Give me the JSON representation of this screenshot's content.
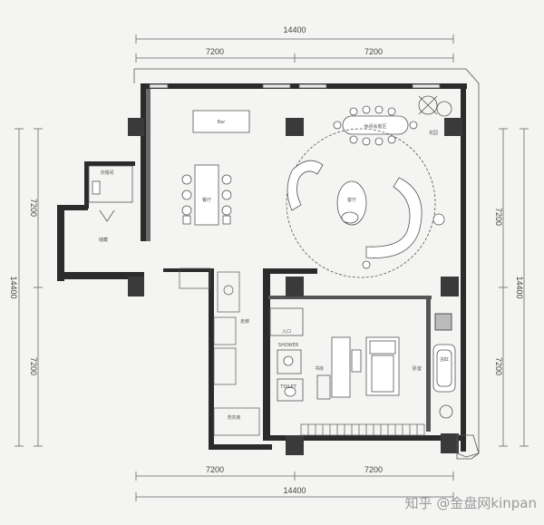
{
  "dimensions": {
    "top_total": "14400",
    "top_left": "7200",
    "top_right": "7200",
    "bottom_total": "14400",
    "bottom_left": "7200",
    "bottom_right": "7200",
    "left_total": "14400",
    "left_upper": "7200",
    "left_lower": "7200",
    "right_total": "14400",
    "right_upper": "7200",
    "right_lower": "7200"
  },
  "rooms": {
    "bar": "Bar",
    "dining": "餐厅",
    "lounge": "客厅",
    "meeting": "休闲会客区",
    "study": "书房",
    "bedroom": "卧室",
    "closet": "衣帽间",
    "shower": "SHOWER",
    "toilet": "TOILET",
    "bath_tub": "浴缸",
    "garden": "花园",
    "entrance": "入口",
    "storage": "储藏",
    "hall": "走廊",
    "utility": "洗衣房"
  },
  "watermark": "知乎 @金盘网kinpan",
  "colors": {
    "wall": "#2b2b2b",
    "column": "#3a3a3a",
    "line": "#555555",
    "background": "#f4f4f2"
  }
}
